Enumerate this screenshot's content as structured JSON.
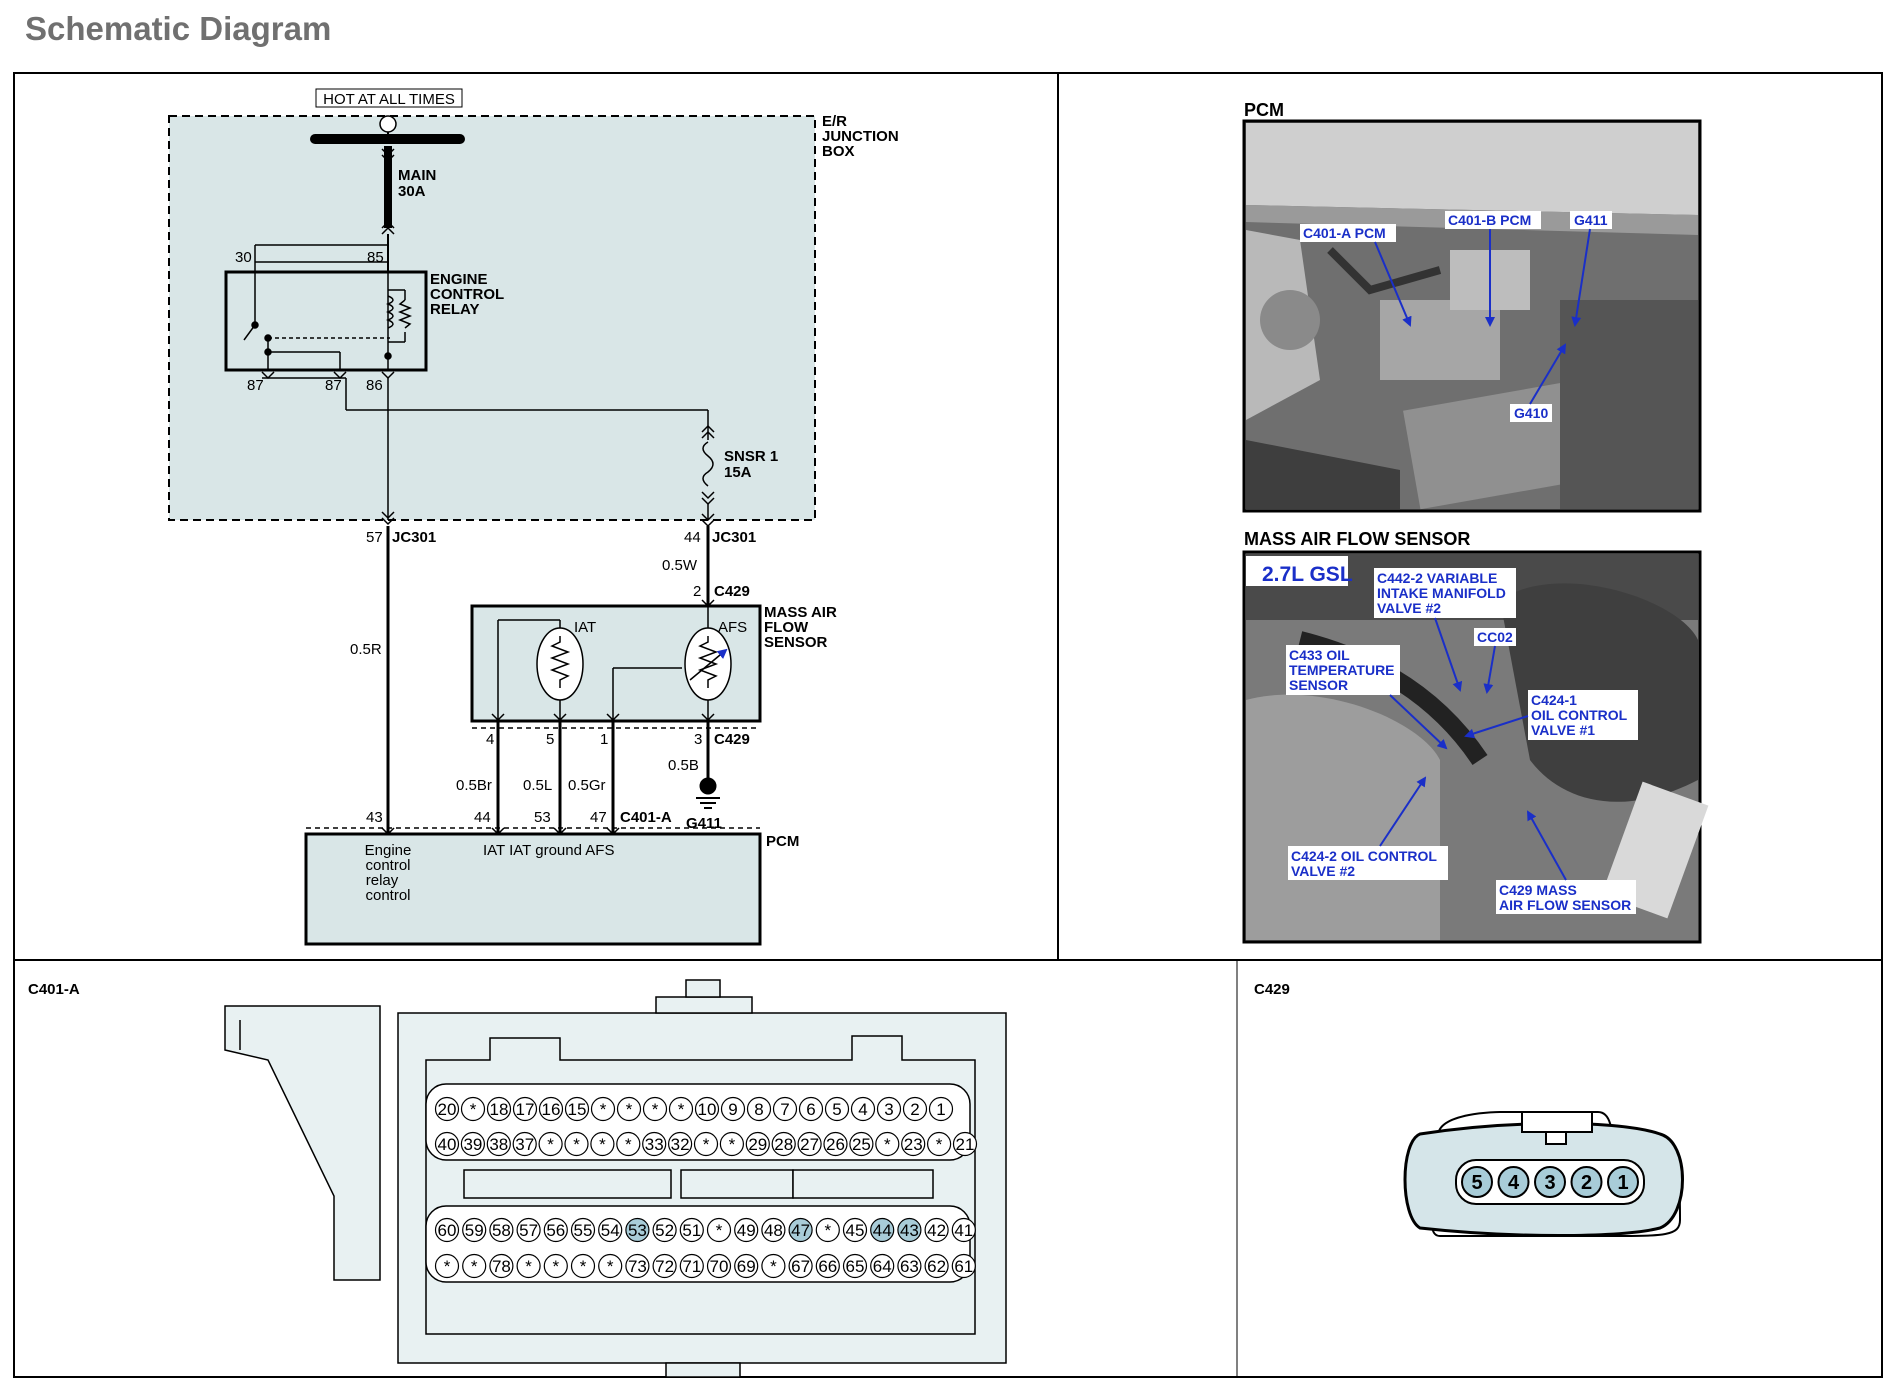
{
  "title": "Schematic Diagram",
  "schematic": {
    "hot_label": "HOT AT ALL TIMES",
    "junction_box": [
      "E/R",
      "JUNCTION",
      "BOX"
    ],
    "main_fuse": [
      "MAIN",
      "30A"
    ],
    "relay": [
      "ENGINE",
      "CONTROL",
      "RELAY"
    ],
    "relay_pins": {
      "p30": "30",
      "p85": "85",
      "p87a": "87",
      "p87b": "87",
      "p86": "86"
    },
    "fuse2": [
      "SNSR  1",
      "15A"
    ],
    "jc_left": {
      "pin": "57",
      "name": "JC301"
    },
    "jc_right": {
      "pin": "44",
      "name": "JC301"
    },
    "wire_r": "0.5R",
    "wire_w": "0.5W",
    "c429_top": {
      "pin": "2",
      "name": "C429"
    },
    "maf_label": [
      "MASS  AIR",
      "FLOW",
      "SENSOR"
    ],
    "iat": "IAT",
    "afs": "AFS",
    "c429_bottom": {
      "pins": [
        "4",
        "5",
        "1",
        "3"
      ],
      "name": "C429"
    },
    "wires_bottom": [
      "0.5Br",
      "0.5L",
      "0.5Gr"
    ],
    "wire_b": "0.5B",
    "ground": "G411",
    "pcm_pins": [
      "43",
      "44",
      "53",
      "47"
    ],
    "c401a": "C401-A",
    "pcm_label": "PCM",
    "pcm_text": {
      "engine": [
        "Engine",
        "control",
        "relay",
        "control"
      ],
      "signals": "IAT  IAT ground AFS"
    }
  },
  "photos": {
    "pcm": {
      "heading": "PCM",
      "callouts": [
        "C401-A PCM",
        "C401-B PCM",
        "G411",
        "G410"
      ]
    },
    "maf": {
      "heading": "MASS AIR FLOW SENSOR",
      "engine": "2.7L GSL",
      "callouts": {
        "c442": [
          "C442-2 VARIABLE",
          "INTAKE MANIFOLD",
          "VALVE #2"
        ],
        "cc02": "CC02",
        "c433": [
          "C433 OIL",
          "TEMPERATURE",
          "SENSOR"
        ],
        "c4241": [
          "C424-1",
          "OIL CONTROL",
          "VALVE #1"
        ],
        "c4242": [
          "C424-2 OIL CONTROL",
          "VALVE #2"
        ],
        "c429": [
          "C429 MASS",
          "AIR FLOW SENSOR"
        ]
      }
    }
  },
  "connector_c401a": {
    "heading": "C401-A",
    "row1": [
      "20",
      "*",
      "18",
      "17",
      "16",
      "15",
      "*",
      "*",
      "*",
      "*",
      "10",
      "9",
      "8",
      "7",
      "6",
      "5",
      "4",
      "3",
      "2",
      "1"
    ],
    "row2": [
      "40",
      "39",
      "38",
      "37",
      "*",
      "*",
      "*",
      "*",
      "33",
      "32",
      "*",
      "*",
      "29",
      "28",
      "27",
      "26",
      "25",
      "*",
      "23",
      "*",
      "21"
    ],
    "row3": [
      "60",
      "59",
      "58",
      "57",
      "56",
      "55",
      "54",
      "53",
      "52",
      "51",
      "*",
      "49",
      "48",
      "47",
      "*",
      "45",
      "44",
      "43",
      "42",
      "41"
    ],
    "row4": [
      "*",
      "*",
      "78",
      "*",
      "*",
      "*",
      "*",
      "73",
      "72",
      "71",
      "70",
      "69",
      "*",
      "67",
      "66",
      "65",
      "64",
      "63",
      "62",
      "61"
    ],
    "highlighted": [
      "53",
      "47",
      "44",
      "43"
    ]
  },
  "connector_c429": {
    "heading": "C429",
    "pins": [
      "5",
      "4",
      "3",
      "2",
      "1"
    ]
  },
  "colors": {
    "callout": "#1a2fc8",
    "dashed_box": "#d9e6e7",
    "connector_fill": "#e8f1f2",
    "pin_highlight": "#a8ccd8"
  }
}
